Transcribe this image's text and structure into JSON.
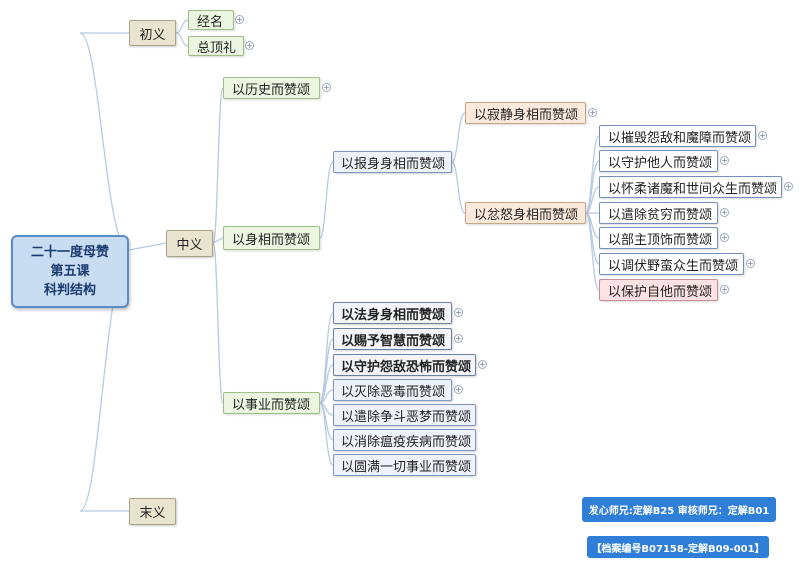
{
  "root": {
    "lines": [
      "二十一度母赞",
      "第五课",
      "科判结构"
    ]
  },
  "level1": {
    "intro": "初义",
    "main": "中义",
    "outro": "末义"
  },
  "intro_children": [
    "经名",
    "总顶礼"
  ],
  "main_children": [
    "以历史而赞颂",
    "以身相而赞颂",
    "以事业而赞颂"
  ],
  "body_children": [
    "以报身身相而赞颂"
  ],
  "sambhoga_children": [
    "以寂静身相而赞颂",
    "以忿怒身相而赞颂"
  ],
  "wrathful_children": [
    "以摧毁怨敌和魔障而赞颂",
    "以守护他人而赞颂",
    "以怀柔诸魔和世间众生而赞颂",
    "以遣除贫穷而赞颂",
    "以部主顶饰而赞颂",
    "以调伏野蛮众生而赞颂",
    "以保护自他而赞颂"
  ],
  "activity_children": [
    "以法身身相而赞颂",
    "以赐予智慧而赞颂",
    "以守护怨敌恐怖而赞颂",
    "以灭除恶毒而赞颂",
    "以遣除争斗恶梦而赞颂",
    "以消除瘟疫疾病而赞颂",
    "以圆满一切事业而赞颂"
  ],
  "footer": {
    "credits": "发心师兄:定解B25 审核师兄：定解B01",
    "archive": "【档案编号B07158-定解B09-001】"
  },
  "toggle_symbol": "+",
  "colors": {
    "root_fill": "#c8dcf2",
    "root_border": "#5a8cc8",
    "link": "#b7cbe3",
    "stamp": "#2f7fd8"
  }
}
